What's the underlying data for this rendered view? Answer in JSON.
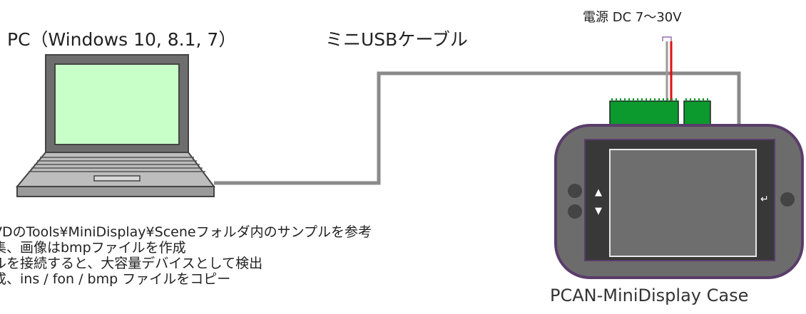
{
  "labels": {
    "pc": "PC（Windows 10, 8.1, 7）",
    "cable": "ミニUSBケーブル",
    "power": "電源 DC 7〜30V",
    "device": "PCAN-MiniDisplay Case"
  },
  "notes": [
    "VDのTools¥MiniDisplay¥Sceneフォルダ内のサンプルを参考",
    "集、画像はbmpファイルを作成",
    "ルを接続すると、大容量デバイスとして検出",
    "成、ins  / fon / bmp ファイルをコピー"
  ],
  "buttons": {
    "up": "▲",
    "down": "▼",
    "enter": "↵"
  }
}
